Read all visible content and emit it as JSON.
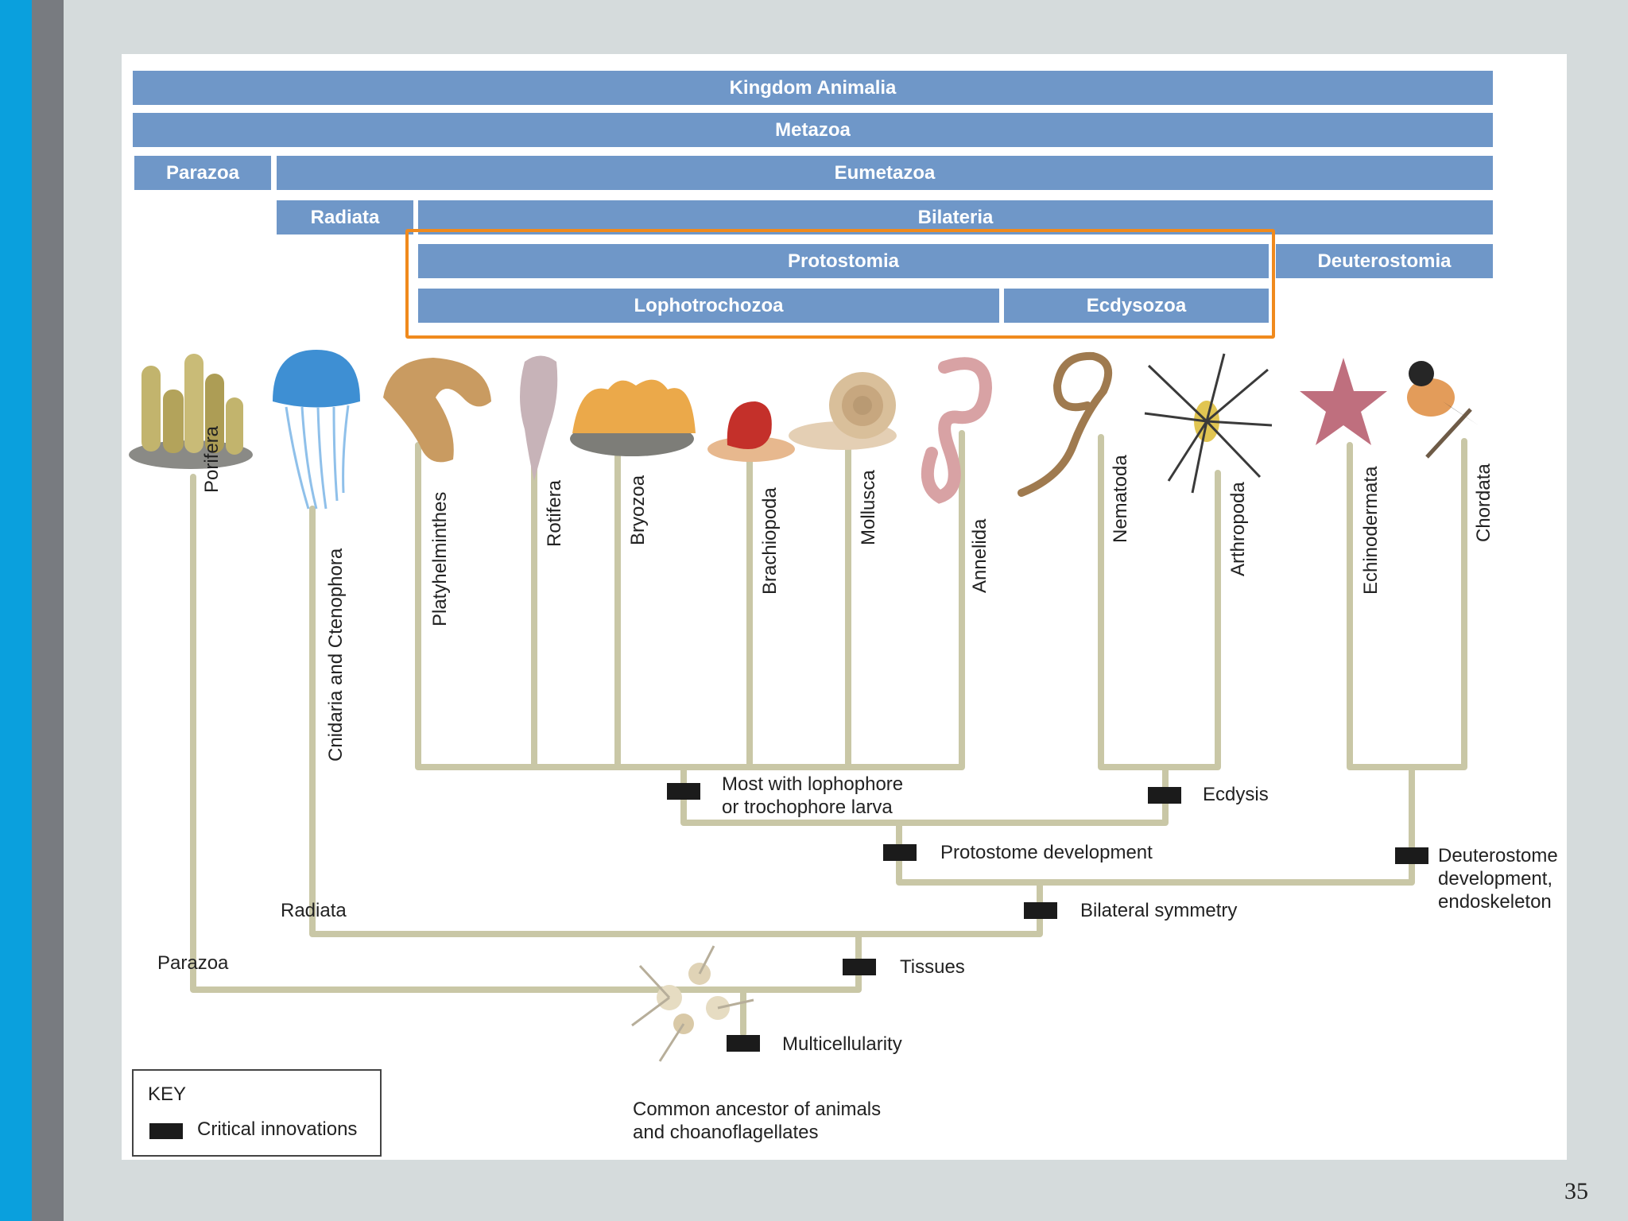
{
  "bars": {
    "kingdom": "Kingdom Animalia",
    "metazoa": "Metazoa",
    "parazoa": "Parazoa",
    "eumetazoa": "Eumetazoa",
    "radiata": "Radiata",
    "bilateria": "Bilateria",
    "protostomia": "Protostomia",
    "deuterostomia": "Deuterostomia",
    "lophotrochozoa": "Lophotrochozoa",
    "ecdysozoa": "Ecdysozoa"
  },
  "phyla": {
    "porifera": "Porifera",
    "cnidaria": "Cnidaria and Ctenophora",
    "platyhelminthes": "Platyhelminthes",
    "rotifera": "Rotifera",
    "bryozoa": "Bryozoa",
    "brachiopoda": "Brachiopoda",
    "mollusca": "Mollusca",
    "annelida": "Annelida",
    "nematoda": "Nematoda",
    "arthropoda": "Arthropoda",
    "echinodermata": "Echinodermata",
    "chordata": "Chordata"
  },
  "innovations": {
    "lophophore_1": "Most with lophophore",
    "lophophore_2": "or trochophore larva",
    "ecdysis": "Ecdysis",
    "protostome": "Protostome development",
    "deutero_1": "Deuterostome",
    "deutero_2": "development,",
    "deutero_3": "endoskeleton",
    "bilateral": "Bilateral symmetry",
    "tissues": "Tissues",
    "multicellularity": "Multicellularity",
    "ancestor_1": "Common ancestor of animals",
    "ancestor_2": "and choanoflagellates"
  },
  "groups": {
    "radiata": "Radiata",
    "parazoa": "Parazoa"
  },
  "key": {
    "title": "KEY",
    "label": "Critical innovations"
  },
  "page_number": "35",
  "colors": {
    "bar": "#6f97c8",
    "highlight": "#f08a1d",
    "branch": "#c9c7a6",
    "marker": "#1b1b1b"
  }
}
